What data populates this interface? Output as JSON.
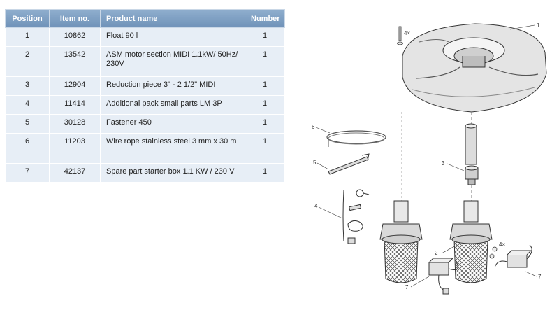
{
  "table": {
    "headers": {
      "position": "Position",
      "item_no": "Item no.",
      "product_name": "Product name",
      "number": "Number"
    },
    "rows": [
      {
        "position": "1",
        "item_no": "10862",
        "product_name": "Float 90 l",
        "number": "1"
      },
      {
        "position": "2",
        "item_no": "13542",
        "product_name": "ASM motor section MIDI 1.1kW/ 50Hz/ 230V",
        "number": "1"
      },
      {
        "position": "3",
        "item_no": "12904",
        "product_name": "Reduction piece 3\" - 2 1/2\" MIDI",
        "number": "1"
      },
      {
        "position": "4",
        "item_no": "11414",
        "product_name": "Additional pack small parts LM 3P",
        "number": "1"
      },
      {
        "position": "5",
        "item_no": "30128",
        "product_name": "Fastener 450",
        "number": "1"
      },
      {
        "position": "6",
        "item_no": "11203",
        "product_name": "Wire rope stainless steel 3 mm x 30 m",
        "number": "1"
      },
      {
        "position": "7",
        "item_no": "42137",
        "product_name": "Spare part starter box 1.1 KW / 230 V",
        "number": "1"
      }
    ]
  },
  "diagram": {
    "labels": {
      "float": "1",
      "motor": "2",
      "reduction": "3",
      "pack": "4",
      "fastener": "5",
      "rope": "6",
      "starter_left": "7",
      "starter_right": "7",
      "screw_qty": "4×",
      "screw_qty_lower": "4×"
    }
  }
}
